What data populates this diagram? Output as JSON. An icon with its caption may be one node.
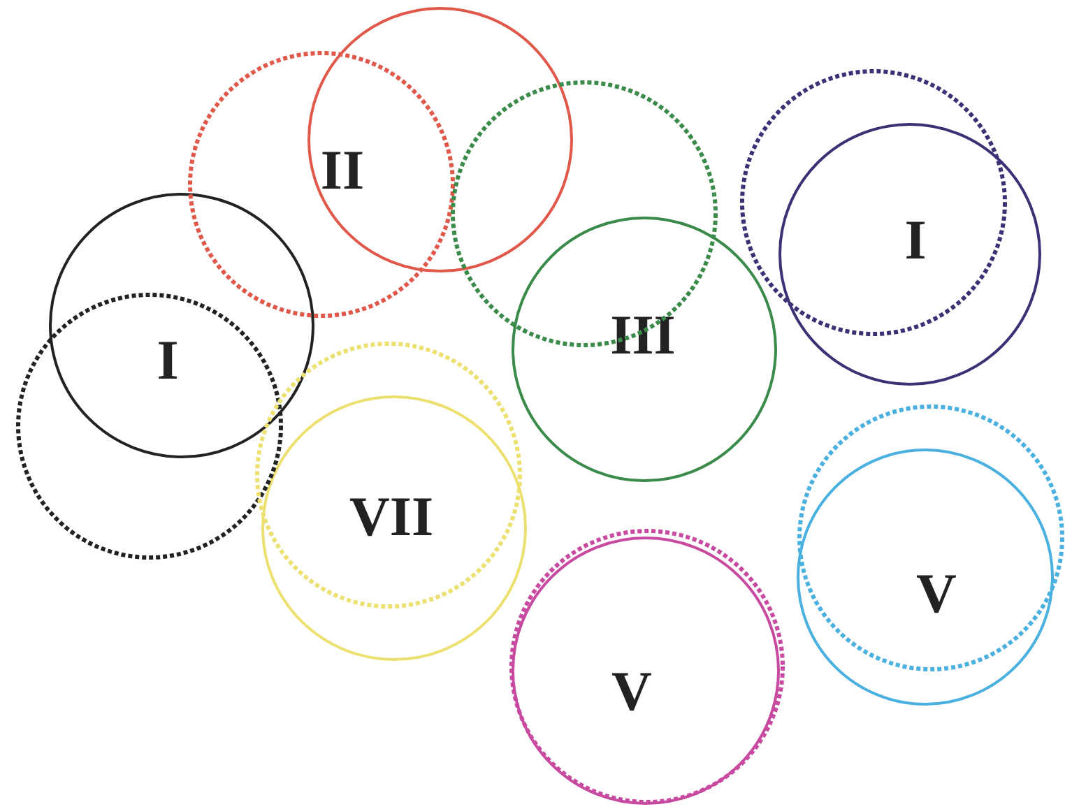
{
  "diagram": {
    "nodes": [
      {
        "text": [
          "II"
        ]
      },
      {
        "text": [
          "I"
        ]
      },
      {
        "text": [
          "I"
        ]
      },
      {
        "text": [
          "III"
        ]
      },
      {
        "text": [
          "VII"
        ]
      },
      {
        "text": [
          "V"
        ]
      },
      {
        "text": [
          "V"
        ]
      },
      {
        "text": [],
        "shape": "circle"
      },
      {
        "text": [],
        "shape": "circle"
      },
      {
        "text": [],
        "shape": "circle"
      },
      {
        "text": [],
        "shape": "circle"
      },
      {
        "text": [],
        "shape": "circle"
      },
      {
        "text": [],
        "shape": "circle"
      },
      {
        "text": [],
        "shape": "circle"
      }
    ]
  }
}
